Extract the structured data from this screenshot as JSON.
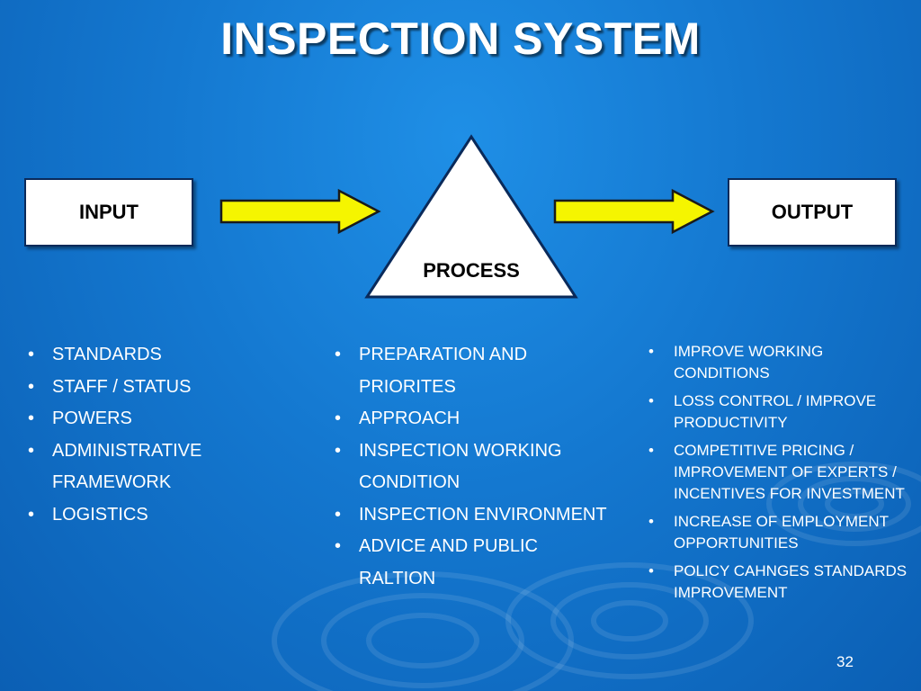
{
  "title": "INSPECTION SYSTEM",
  "diagram": {
    "input_label": "INPUT",
    "process_label": "PROCESS",
    "output_label": "OUTPUT"
  },
  "input_items": [
    "STANDARDS",
    "STAFF / STATUS",
    "POWERS",
    "ADMINISTRATIVE FRAMEWORK",
    "LOGISTICS"
  ],
  "process_items": [
    "PREPARATION AND PRIORITES",
    "APPROACH",
    "INSPECTION WORKING CONDITION",
    "INSPECTION ENVIRONMENT",
    "ADVICE AND PUBLIC RALTION"
  ],
  "output_items": [
    "IMPROVE WORKING CONDITIONS",
    "LOSS CONTROL / IMPROVE PRODUCTIVITY",
    "COMPETITIVE PRICING / IMPROVEMENT OF EXPERTS / INCENTIVES FOR INVESTMENT",
    "INCREASE OF EMPLOYMENT OPPORTUNITIES",
    "POLICY CAHNGES STANDARDS IMPROVEMENT"
  ],
  "page_number": "32",
  "colors": {
    "background": "#1478d0",
    "arrow_fill": "#f5f500",
    "box_fill": "#ffffff",
    "text": "#ffffff"
  }
}
